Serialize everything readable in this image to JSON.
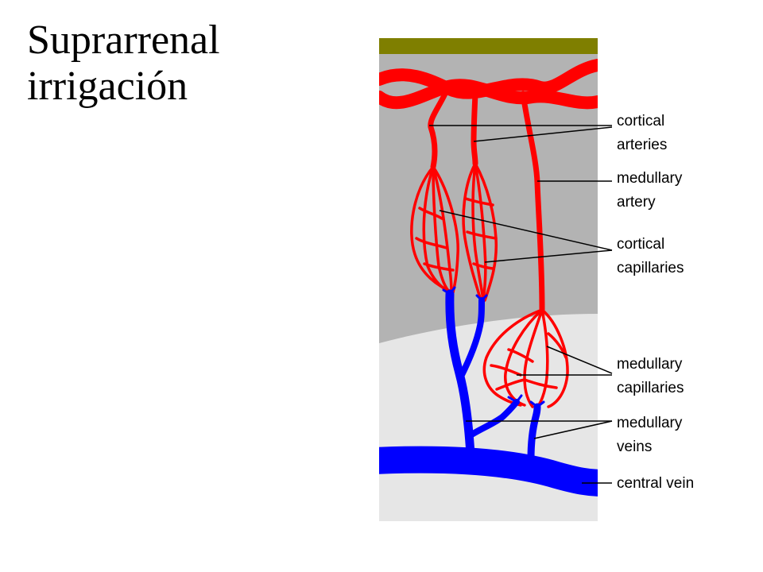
{
  "title": {
    "line1": "Suprarrenal",
    "line2": "irrigación"
  },
  "colors": {
    "capsule": "#7f7f00",
    "cortex": "#b3b3b3",
    "medulla": "#e6e6e6",
    "artery": "#ff0000",
    "vein": "#0000ff",
    "leader": "#000000"
  },
  "labels": {
    "cortical_arteries": {
      "line1": "cortical",
      "line2": "arteries"
    },
    "medullary_artery": {
      "line1": "medullary",
      "line2": "artery"
    },
    "cortical_capillaries": {
      "line1": "cortical",
      "line2": "capillaries"
    },
    "medullary_capillaries": {
      "line1": "medullary",
      "line2": "capillaries"
    },
    "medullary_veins": {
      "line1": "medullary",
      "line2": "veins"
    },
    "central_vein": {
      "line1": "central vein"
    }
  }
}
